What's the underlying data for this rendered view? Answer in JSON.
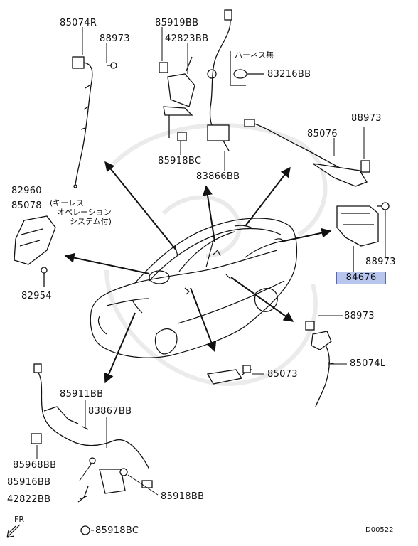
{
  "labels": {
    "p85074R": "85074R",
    "p88973_a": "88973",
    "p85919BB": "85919BB",
    "p42823BB": "42823BB",
    "harness_none": "ハーネス無",
    "p83216BB": "83216BB",
    "p88973_b": "88973",
    "p85076": "85076",
    "p85918BC_a": "85918BC",
    "p83866BB": "83866BB",
    "p82960": "82960",
    "p85078": "85078",
    "keyless_line1": "(キーレス",
    "keyless_line2": "オペレーション",
    "keyless_line3": "システム付)",
    "p82954": "82954",
    "p88973_c": "88973",
    "p84676": "84676",
    "p88973_d": "88973",
    "p85074L": "85074L",
    "p85073": "85073",
    "p85911BB": "85911BB",
    "p83867BB": "83867BB",
    "p85968BB": "85968BB",
    "p85916BB": "85916BB",
    "p42822BB": "42822BB",
    "p85918BB": "85918BB",
    "p85918BC_b": "85918BC",
    "fr": "FR",
    "diagram_code": "D00522"
  },
  "colors": {
    "highlight": "#b8c6ee",
    "line": "#111111"
  }
}
